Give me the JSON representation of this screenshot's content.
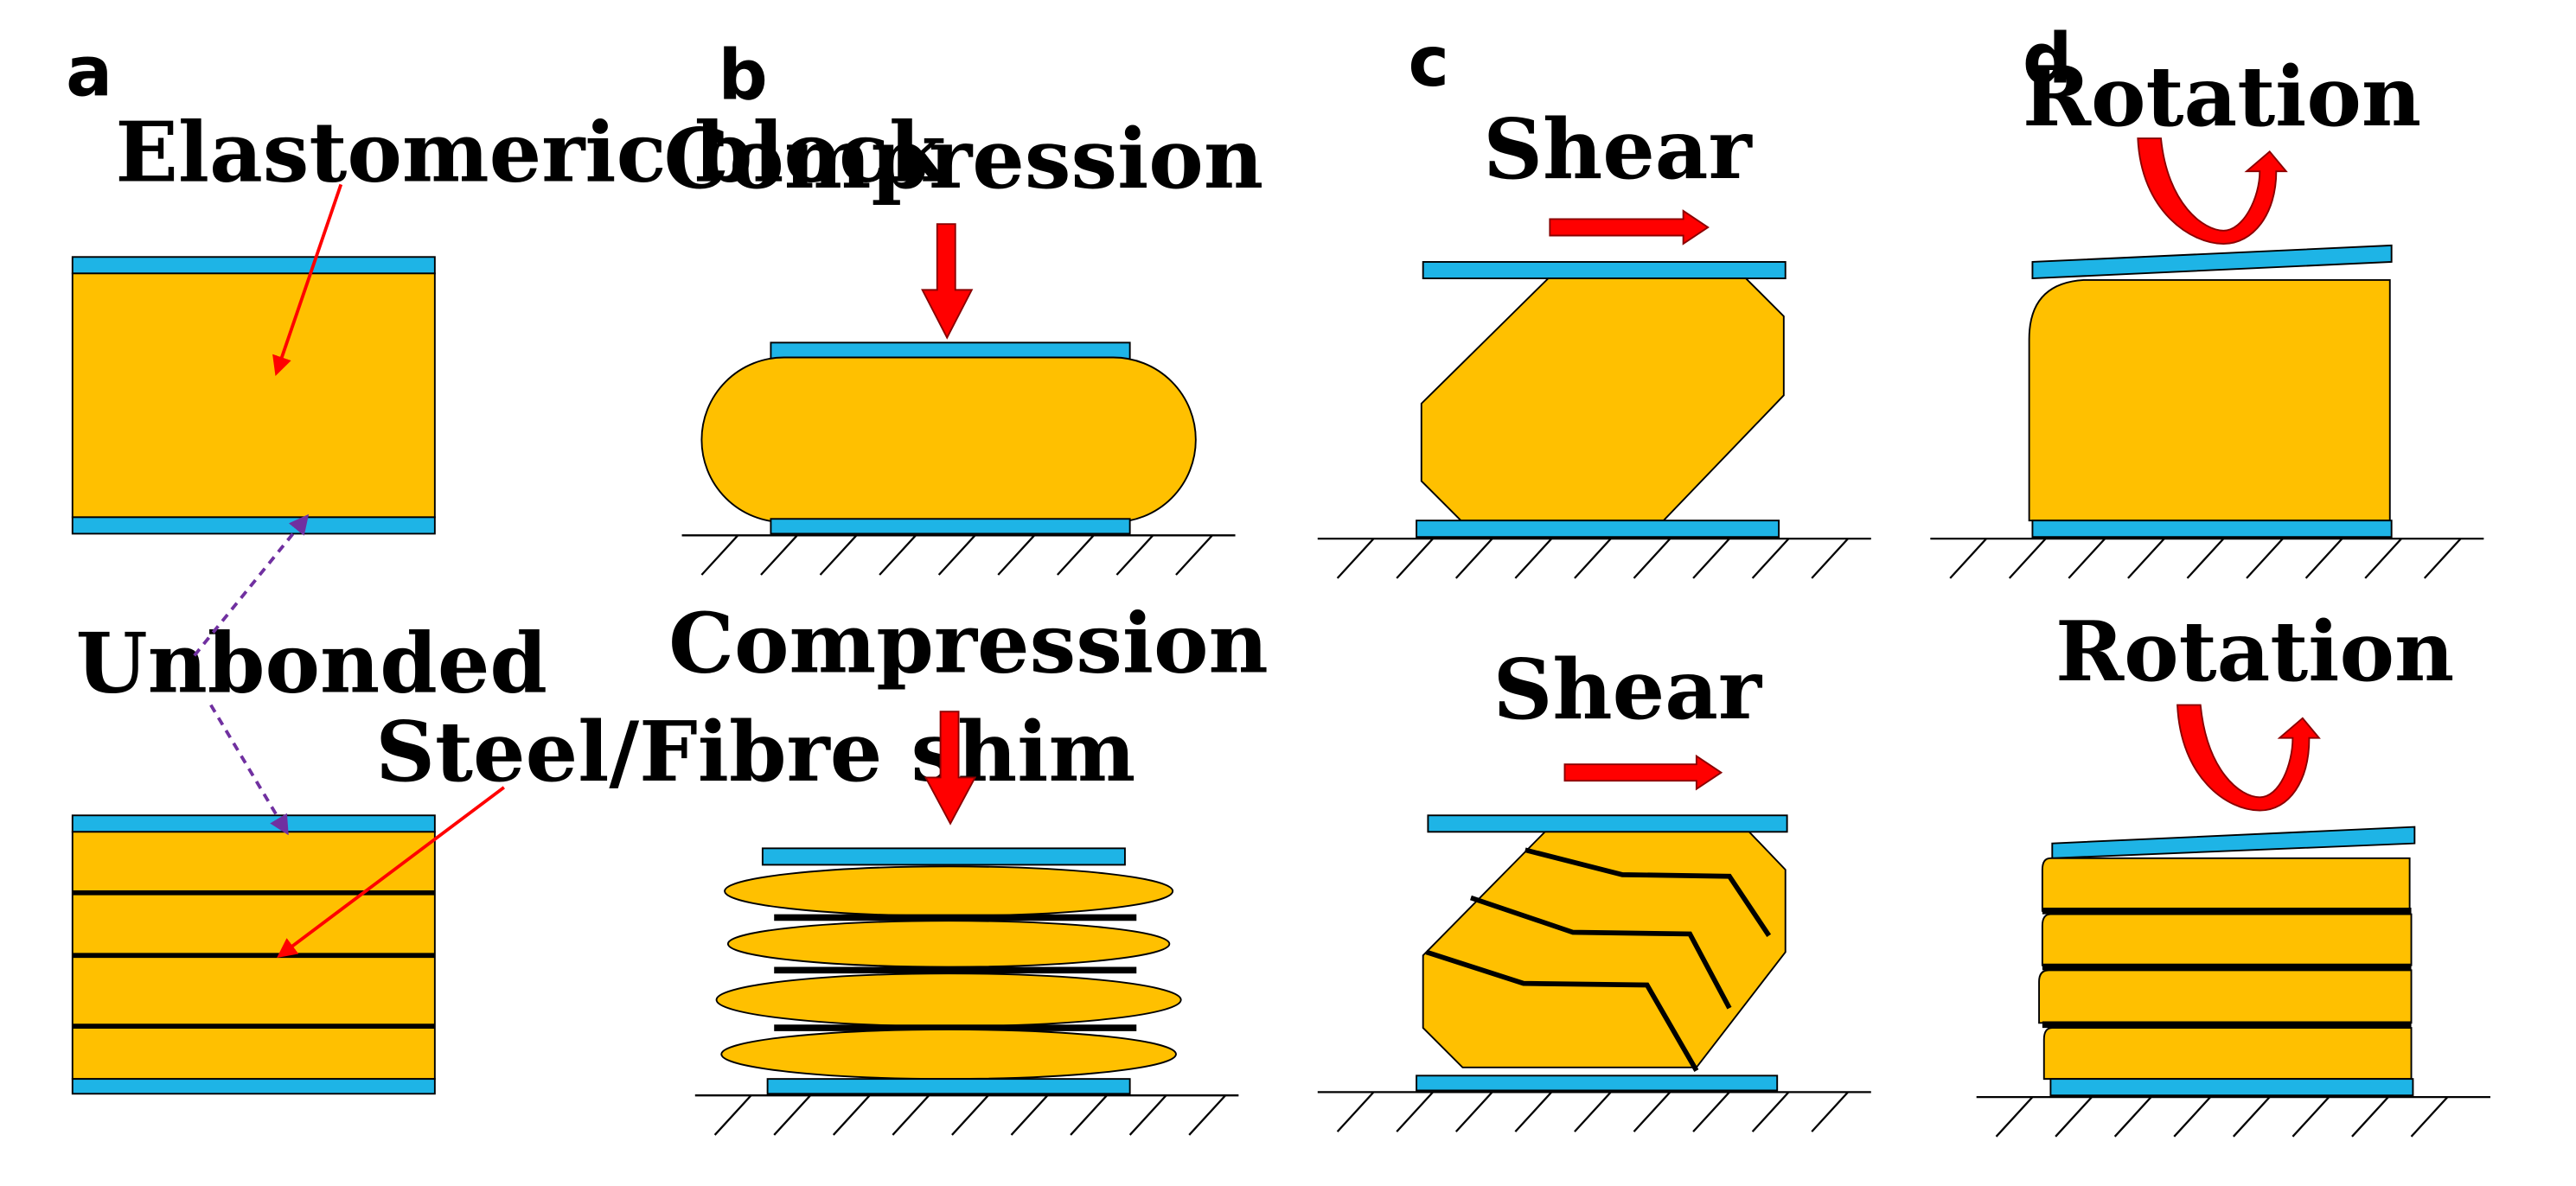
{
  "figure": {
    "panels": {
      "a": {
        "letter": "a",
        "elastomeric_label": "Elastomeric block",
        "unbonded_label": "Unbonded",
        "shim_label": "Steel/Fibre shim"
      },
      "b": {
        "letter": "b",
        "top_label": "Compression",
        "bottom_label": "Compression"
      },
      "c": {
        "letter": "c",
        "top_label": "Shear",
        "bottom_label": "Shear"
      },
      "d": {
        "letter": "d",
        "top_label": "Rotation",
        "bottom_label": "Rotation"
      }
    }
  },
  "colors": {
    "elastomer": "#FFC000",
    "plate": "#1EB4E6",
    "arrow": "#FF0000",
    "dashed_pointer": "#7030A0",
    "outline": "#000000"
  }
}
